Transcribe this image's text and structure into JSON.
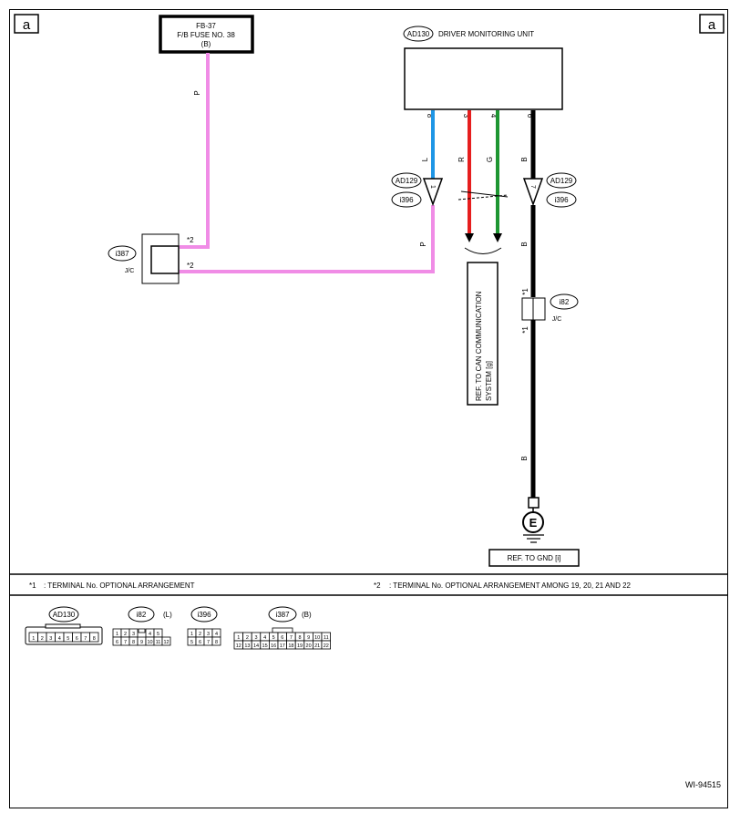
{
  "page_markers": {
    "left": "a",
    "right": "a"
  },
  "fuse": {
    "id": "FB-37",
    "name": "F/B FUSE NO. 38",
    "connector": "(B)"
  },
  "unit": {
    "code": "AD130",
    "name": "DRIVER MONITORING UNIT"
  },
  "unit_pins": {
    "p8": "8",
    "p3": "3",
    "p4": "4",
    "p6": "6"
  },
  "wires": {
    "fuse": {
      "color_code": "P",
      "hex": "#f08ce6"
    },
    "unit_l": {
      "color_code": "L",
      "hex": "#1e96e6"
    },
    "unit_r": {
      "color_code": "R",
      "hex": "#e61e1e"
    },
    "unit_g": {
      "color_code": "G",
      "hex": "#1e9632"
    },
    "unit_b": {
      "color_code": "B",
      "hex": "#000000"
    },
    "jc_p": {
      "color_code": "P"
    },
    "b_mid": {
      "color_code": "B"
    },
    "b_low": {
      "color_code": "B"
    }
  },
  "connectors": {
    "left_top": "AD129",
    "left_bottom": "i396",
    "left_pin": "1",
    "right_top": "AD129",
    "right_bottom": "i396",
    "right_pin": "7"
  },
  "joint_i387": {
    "code": "i387",
    "label": "J/C",
    "mark_top": "*2",
    "mark_bottom": "*2"
  },
  "joint_i82": {
    "code": "i82",
    "label": "J/C",
    "mark_top": "*1",
    "mark_bottom": "*1"
  },
  "can_ref": {
    "line1": "REF. TO CAN COMMUNICATION",
    "line2": "SYSTEM [g]"
  },
  "ground": {
    "symbol": "E",
    "ref": "REF. TO GND [i]"
  },
  "notes": {
    "n1_mark": "*1",
    "n1_text": ": TERMINAL No. OPTIONAL ARRANGEMENT",
    "n2_mark": "*2",
    "n2_text": ": TERMINAL No. OPTIONAL ARRANGEMENT AMONG 19, 20, 21 AND 22"
  },
  "connector_views": {
    "ad130": {
      "label": "AD130",
      "pins": [
        "1",
        "2",
        "3",
        "4",
        "5",
        "6",
        "7",
        "8"
      ]
    },
    "i82": {
      "label": "i82",
      "suffix": "(L)",
      "row1": [
        "1",
        "2",
        "3",
        "",
        "4",
        "5"
      ],
      "row2": [
        "6",
        "7",
        "8",
        "9",
        "10",
        "11",
        "12"
      ]
    },
    "i396": {
      "label": "i396",
      "row1": [
        "1",
        "2",
        "3",
        "4"
      ],
      "row2": [
        "5",
        "6",
        "7",
        "8"
      ]
    },
    "i387": {
      "label": "i387",
      "suffix": "(B)",
      "row1": [
        "1",
        "2",
        "3",
        "4",
        "5",
        "6",
        "7",
        "8",
        "9",
        "10",
        "11"
      ],
      "row2": [
        "12",
        "13",
        "14",
        "15",
        "16",
        "17",
        "18",
        "19",
        "20",
        "21",
        "22"
      ]
    }
  },
  "figure_id": "WI-94515"
}
